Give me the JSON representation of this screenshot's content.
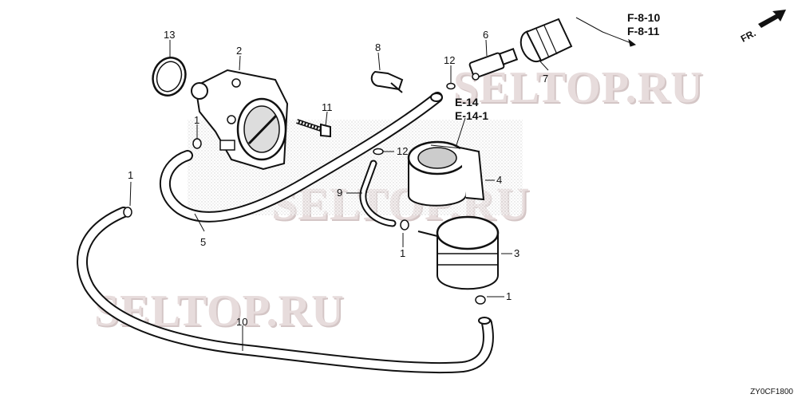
{
  "watermark": "SELTOP.RU",
  "references": {
    "ref_e14": "E-14",
    "ref_e14_1": "E-14-1",
    "ref_f810": "F-8-10",
    "ref_f811": "F-8-11",
    "front": "FR."
  },
  "part_numbers": {
    "p13": "13",
    "p2": "2",
    "p8": "8",
    "p6": "6",
    "p12a": "12",
    "p7": "7",
    "p11": "11",
    "p1a": "1",
    "p12b": "12",
    "p4": "4",
    "p1b": "1",
    "p9": "9",
    "p5": "5",
    "p1c": "1",
    "p3": "3",
    "p1d": "1",
    "p10": "10"
  },
  "diagram_code": "ZY0CF1800"
}
